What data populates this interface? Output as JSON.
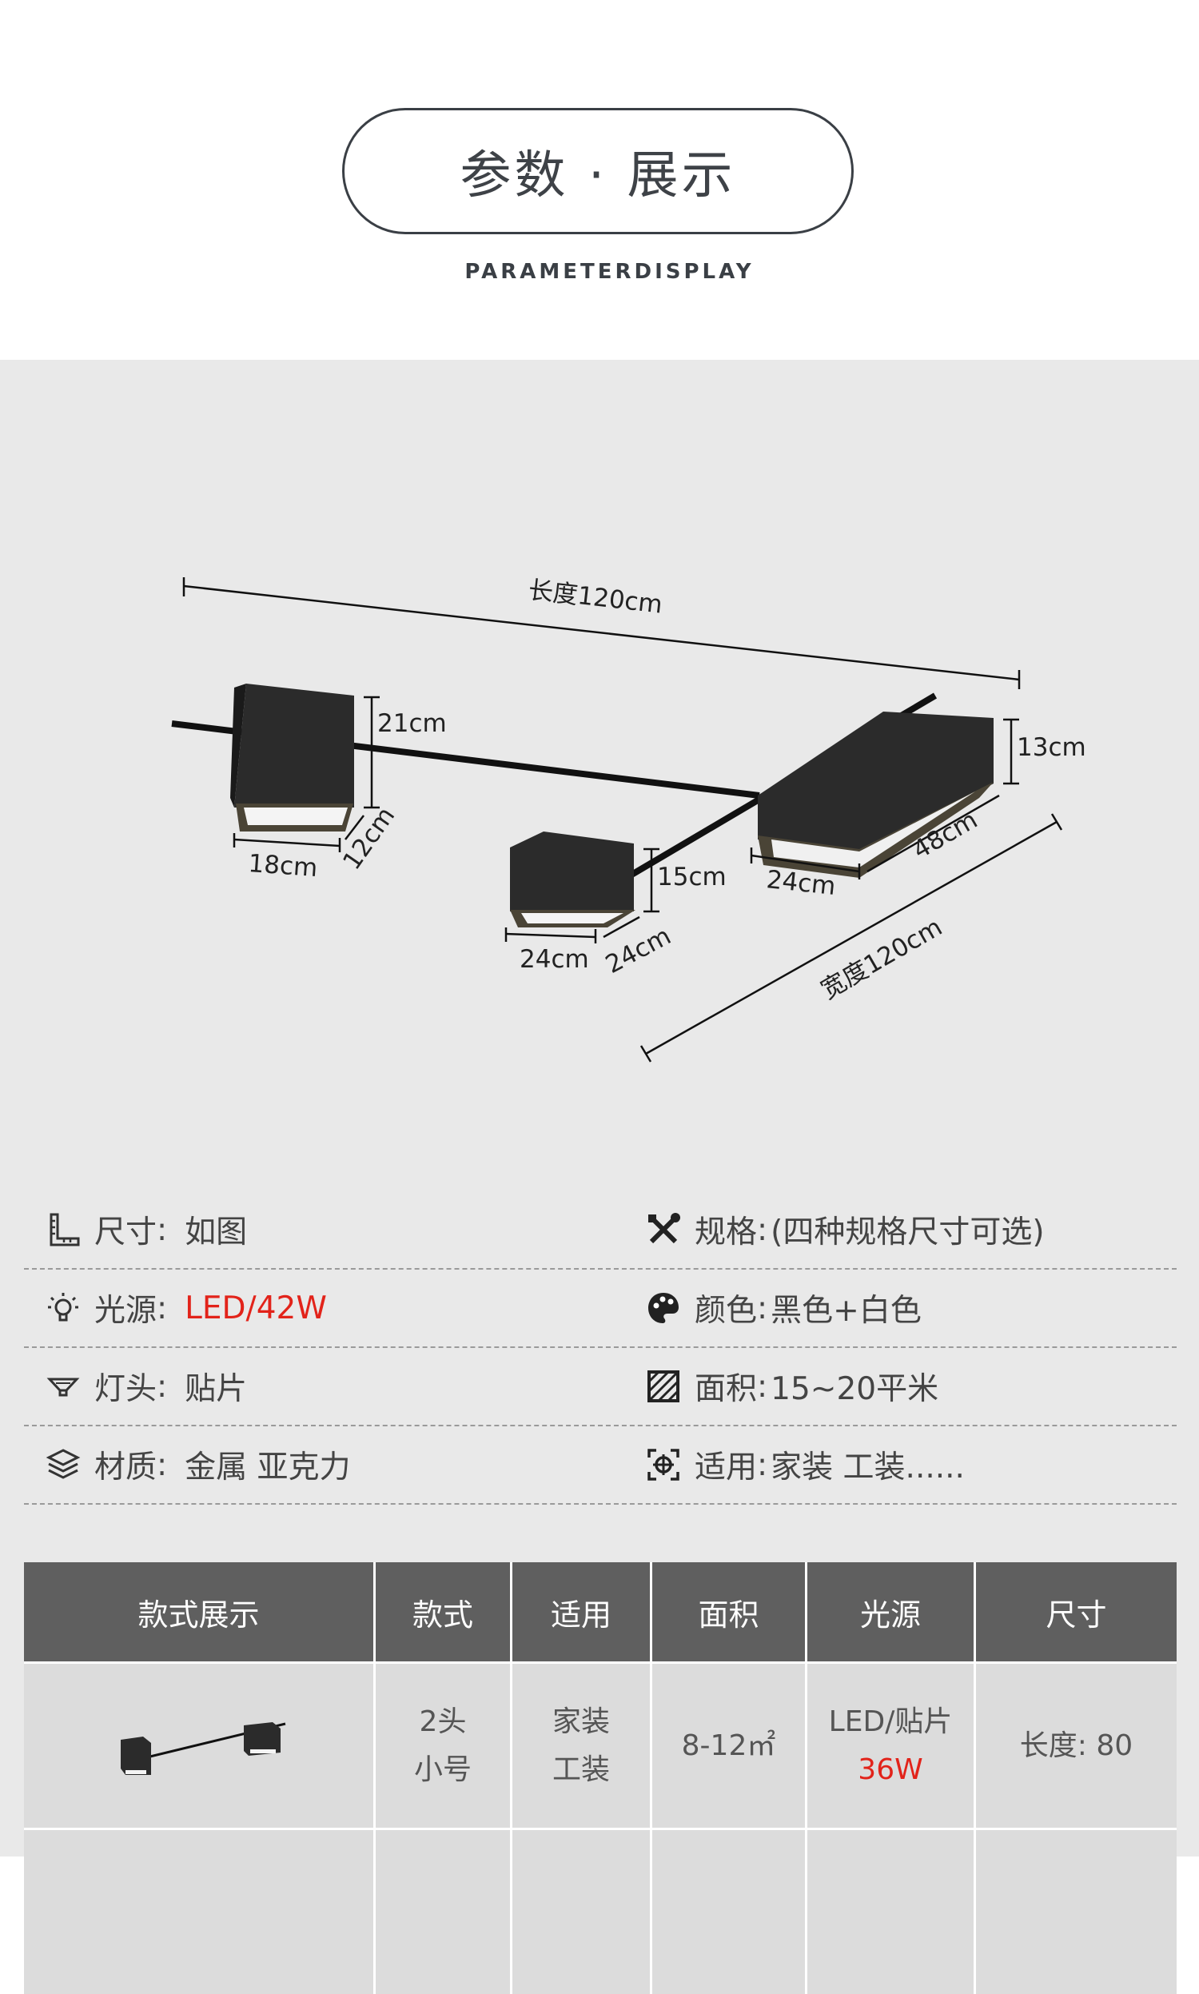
{
  "header": {
    "title": "参数 · 展示",
    "subtitle": "PARAMETERDISPLAY"
  },
  "diagram": {
    "length_label": "长度120cm",
    "width_label": "宽度120cm",
    "dims": {
      "a_height": "21cm",
      "a_width": "18cm",
      "a_depth": "12cm",
      "b_height": "15cm",
      "b_width": "24cm",
      "b_depth": "24cm",
      "c_height": "13cm",
      "c_width": "24cm",
      "c_depth": "48cm"
    }
  },
  "specs": {
    "size": {
      "label": "尺寸",
      "value": "如图",
      "icon": "ruler-icon"
    },
    "spec": {
      "label": "规格",
      "value": "(四种规格尺寸可选)",
      "icon": "tools-icon"
    },
    "light": {
      "label": "光源",
      "value": "LED/42W",
      "icon": "bulb-icon"
    },
    "color": {
      "label": "颜色",
      "value": "黑色+白色",
      "icon": "palette-icon"
    },
    "lamp_head": {
      "label": "灯头",
      "value": "贴片",
      "icon": "lamp-icon"
    },
    "area": {
      "label": "面积",
      "value": "15~20平米",
      "icon": "area-icon"
    },
    "material": {
      "label": "材质",
      "value": "金属 亚克力",
      "icon": "layers-icon"
    },
    "usage": {
      "label": "适用",
      "value": "家装 工装......",
      "icon": "target-icon"
    },
    "colon": ":",
    "accent_color": "#e2231a"
  },
  "table": {
    "headers": [
      "款式展示",
      "款式",
      "适用",
      "面积",
      "光源",
      "尺寸"
    ],
    "rows": [
      {
        "style_line1": "2头",
        "style_line2": "小号",
        "use_line1": "家装",
        "use_line2": "工装",
        "area": "8-12㎡",
        "light_line1": "LED/贴片",
        "light_line2": "36W",
        "size": "长度: 80"
      }
    ]
  }
}
